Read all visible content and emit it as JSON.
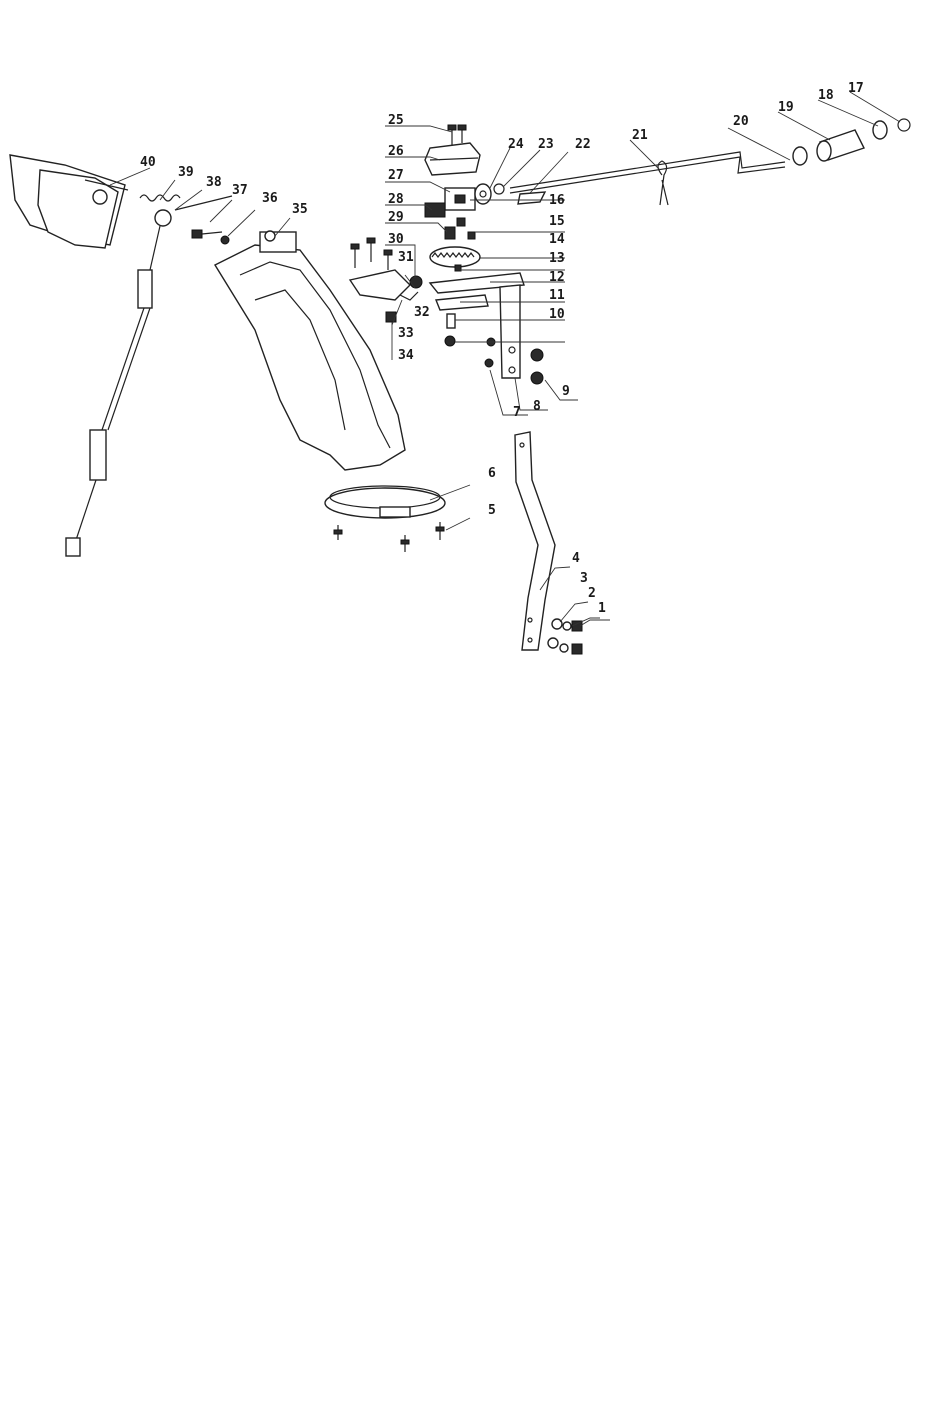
{
  "diagram": {
    "callouts": {
      "c1": "1",
      "c2": "2",
      "c3": "3",
      "c4": "4",
      "c5": "5",
      "c6": "6",
      "c7": "7",
      "c8": "8",
      "c9": "9",
      "c10": "10",
      "c11": "11",
      "c12": "12",
      "c13": "13",
      "c14": "14",
      "c15": "15",
      "c16": "16",
      "c17": "17",
      "c18": "18",
      "c19": "19",
      "c20": "20",
      "c21": "21",
      "c22": "22",
      "c23": "23",
      "c24": "24",
      "c25": "25",
      "c26": "26",
      "c27": "27",
      "c28": "28",
      "c29": "29",
      "c30": "30",
      "c31": "31",
      "c32": "32",
      "c33": "33",
      "c34": "34",
      "c35": "35",
      "c36": "36",
      "c37": "37",
      "c38": "38",
      "c39": "39",
      "c40": "40"
    }
  }
}
